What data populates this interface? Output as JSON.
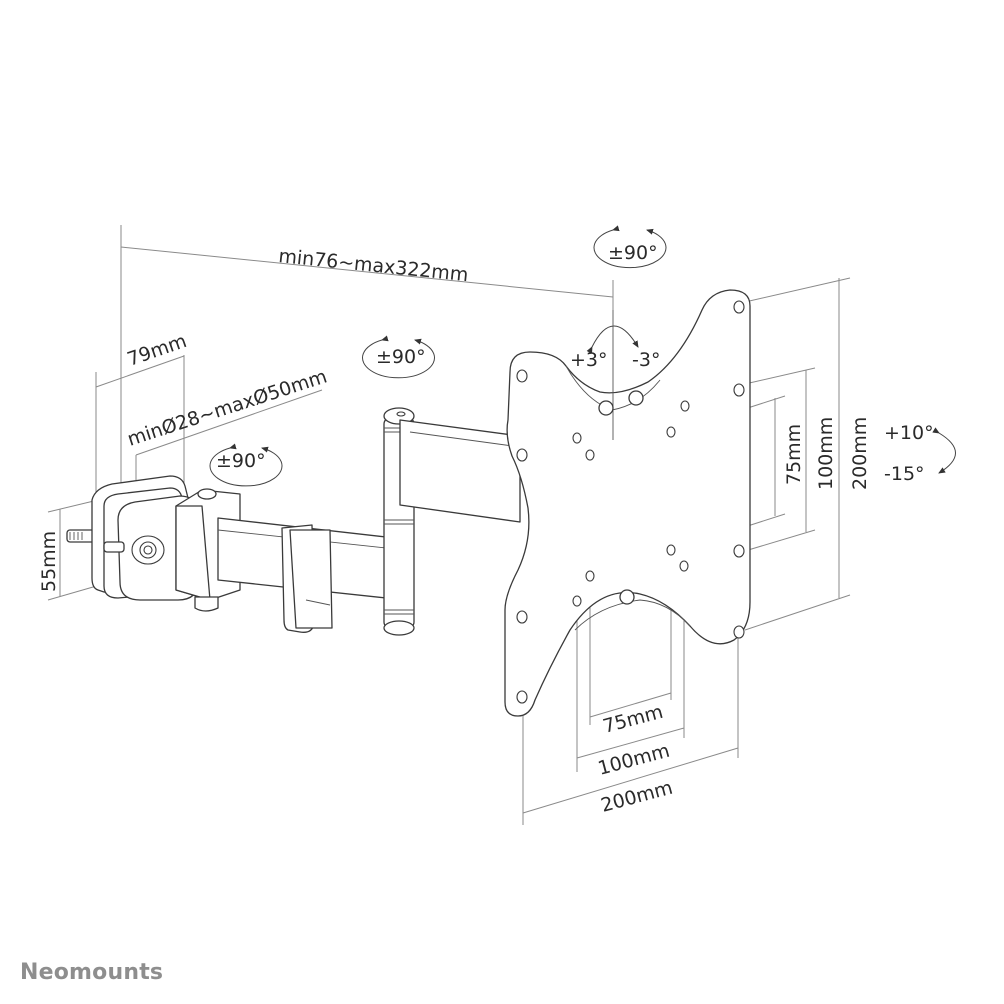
{
  "diagram": {
    "subject": "Monitor arm for pole/desk mounting",
    "dimensions": {
      "arm_reach": "min76~max322mm",
      "clamp_depth": "79mm",
      "pole_diameter": "minØ28~maxØ50mm",
      "clamp_height": "55mm",
      "vesa_vertical_75": "75mm",
      "vesa_vertical_100": "100mm",
      "vesa_vertical_200": "200mm",
      "vesa_horizontal_75": "75mm",
      "vesa_horizontal_100": "100mm",
      "vesa_horizontal_200": "200mm"
    },
    "rotations": {
      "clamp_swivel": "±90°",
      "arm_swivel": "±90°",
      "head_swivel": "±90°",
      "rotate_plus": "+3°",
      "rotate_minus": "-3°",
      "tilt_up": "+10°",
      "tilt_down": "-15°"
    }
  },
  "branding": {
    "logo_text": "Neomounts",
    "logo_color": "#8e8e8e"
  }
}
